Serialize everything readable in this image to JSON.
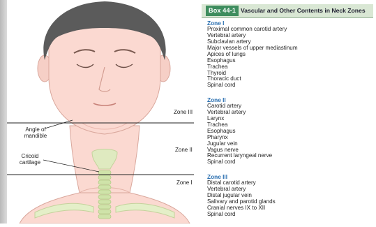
{
  "figure": {
    "zone_lines": [
      {
        "label": "Zone III"
      },
      {
        "label": "Zone II"
      },
      {
        "label": "Zone I"
      }
    ],
    "anatomy_labels": {
      "angle_of_mandible": "Angle of\nmandible",
      "cricoid_cartilage": "Cricoid\ncartilage"
    },
    "colors": {
      "skin": "#fbd9d1",
      "skin_shadow": "#eab7ad",
      "hair": "#5b5b5b",
      "thyroid": "#dfeac0",
      "trachea": "#cfe3a9",
      "clavicle": "#e4efc8"
    }
  },
  "box": {
    "number": "Box 44-1",
    "title": "Vascular and Other Contents in Neck Zones",
    "accent_color": "#3e8d5e",
    "heading_color": "#2a6fb0",
    "zones": [
      {
        "heading": "Zone I",
        "items": [
          "Proximal common carotid artery",
          "Vertebral artery",
          "Subclavian artery",
          "Major vessels of upper mediastinum",
          "Apices of lungs",
          "Esophagus",
          "Trachea",
          "Thyroid",
          "Thoracic duct",
          "Spinal cord"
        ]
      },
      {
        "heading": "Zone II",
        "items": [
          "Carotid artery",
          "Vertebral artery",
          "Larynx",
          "Trachea",
          "Esophagus",
          "Pharynx",
          "Jugular vein",
          "Vagus nerve",
          "Recurrent laryngeal nerve",
          "Spinal cord"
        ]
      },
      {
        "heading": "Zone III",
        "items": [
          "Distal carotid artery",
          "Vertebral artery",
          "Distal jugular vein",
          "Salivary and parotid glands",
          "Cranial nerves IX to XII",
          "Spinal cord"
        ]
      }
    ]
  }
}
